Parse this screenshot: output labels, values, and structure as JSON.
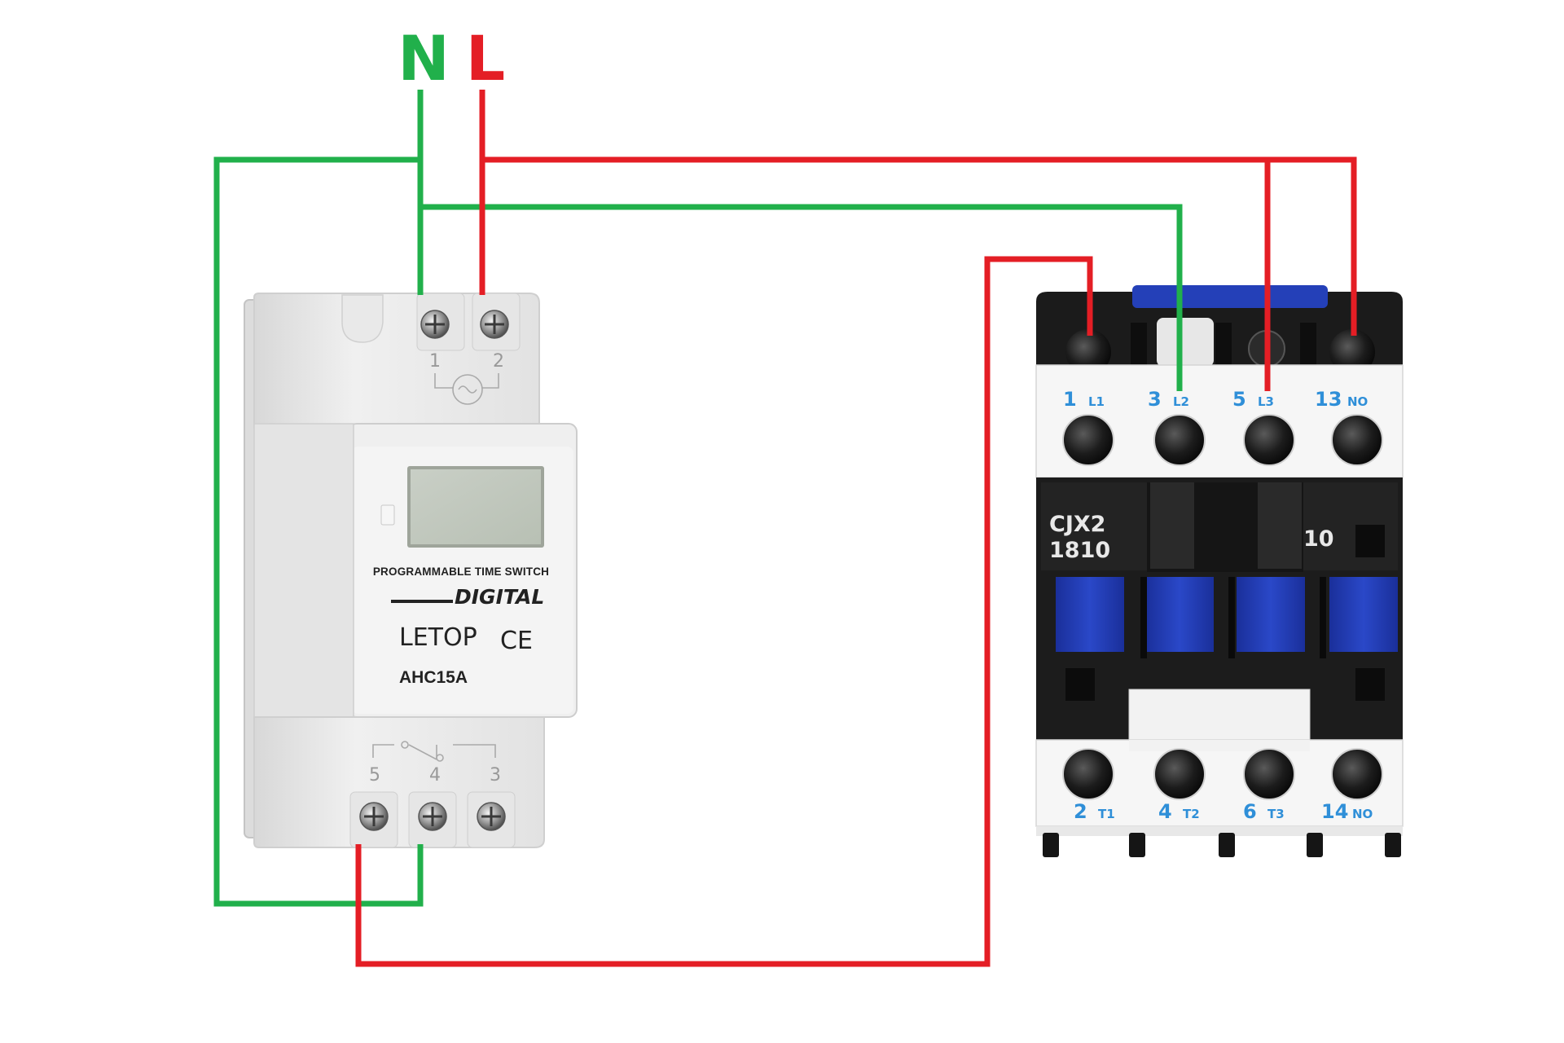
{
  "supply": {
    "neutral_label": "N",
    "line_label": "L",
    "neutral_color": "#21b04b",
    "line_color": "#e41e25"
  },
  "time_switch": {
    "top_terminals": [
      "1",
      "2"
    ],
    "bottom_terminals": [
      "5",
      "4",
      "3"
    ],
    "title": "PROGRAMMABLE TIME SWITCH",
    "subtitle": "DIGITAL",
    "brand": "LETOP",
    "mark": "CE",
    "model": "AHC15A"
  },
  "contactor": {
    "model_line1": "CJX2",
    "model_line2": "1810",
    "aux_label": "10",
    "top_terminals": [
      {
        "num": "1",
        "sub": "L1"
      },
      {
        "num": "3",
        "sub": "L2"
      },
      {
        "num": "5",
        "sub": "L3"
      },
      {
        "num": "13",
        "sub": "NO"
      }
    ],
    "bottom_terminals": [
      {
        "num": "2",
        "sub": "T1"
      },
      {
        "num": "4",
        "sub": "T2"
      },
      {
        "num": "6",
        "sub": "T3"
      },
      {
        "num": "14",
        "sub": "NO"
      }
    ],
    "blue_accent": "#1e3cb4"
  }
}
